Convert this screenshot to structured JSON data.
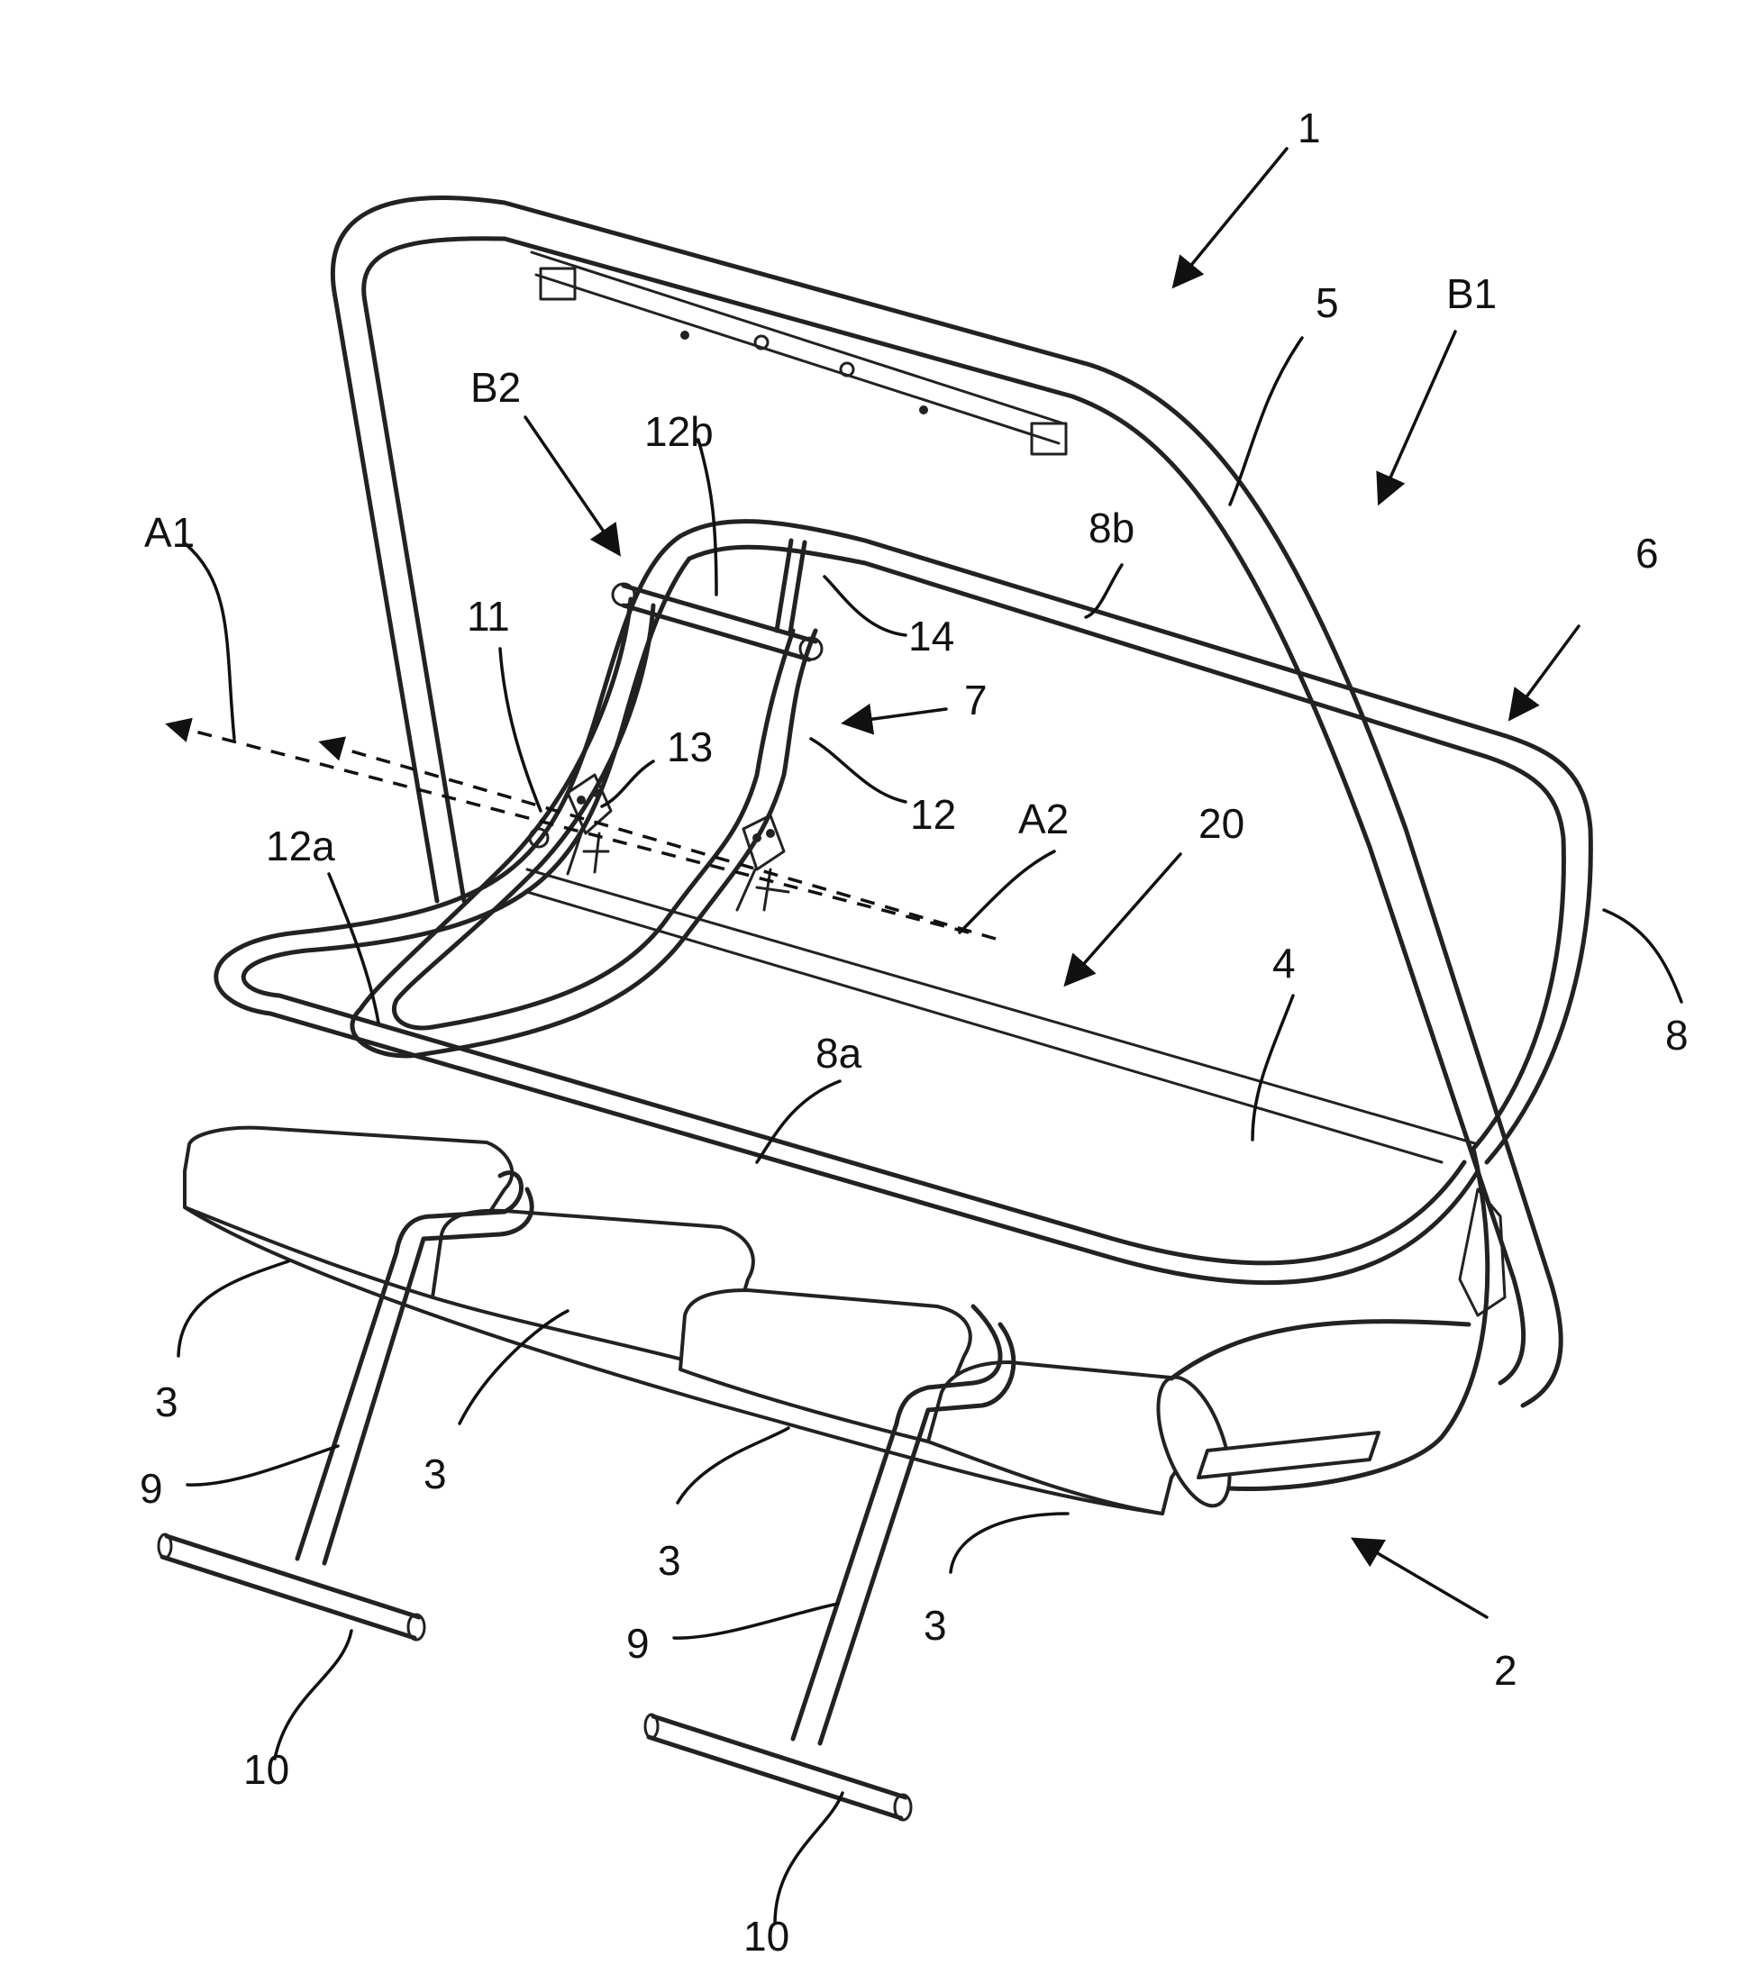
{
  "labels": {
    "l1": "1",
    "l2": "2",
    "l3": "3",
    "l4": "4",
    "l5": "5",
    "l6": "6",
    "l7": "7",
    "l8": "8",
    "l8a": "8a",
    "l8b": "8b",
    "l9": "9",
    "l10": "10",
    "l11": "11",
    "l12": "12",
    "l12a": "12a",
    "l12b": "12b",
    "l13": "13",
    "l14": "14",
    "l20": "20",
    "lA1": "A1",
    "lA2": "A2",
    "lB1": "B1",
    "lB2": "B2"
  }
}
